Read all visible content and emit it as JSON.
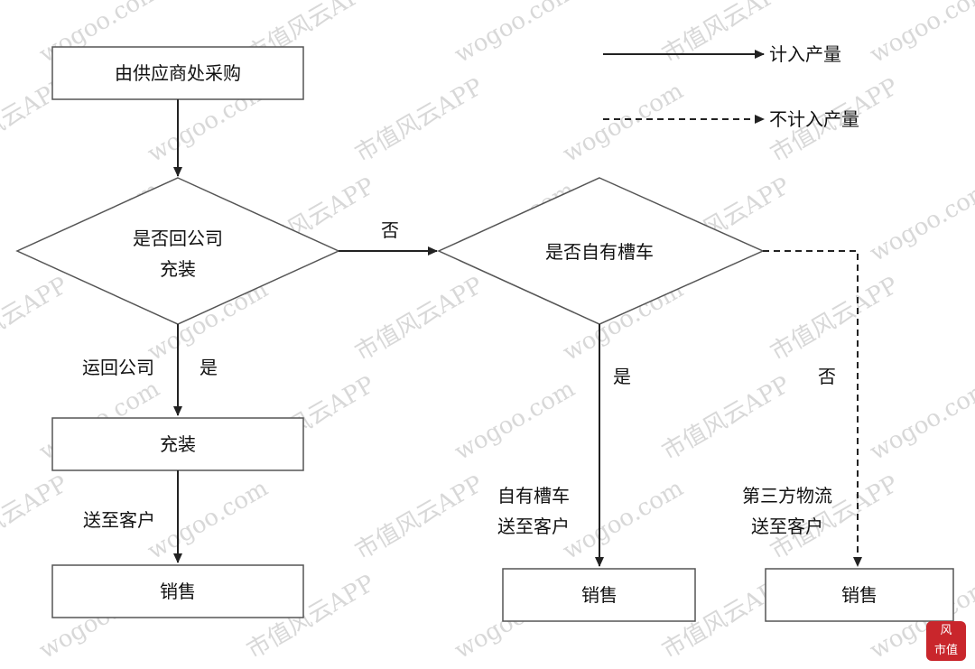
{
  "legend": {
    "solid_label": "计入产量",
    "dashed_label": "不计入产量"
  },
  "nodes": {
    "purchase": "由供应商处采购",
    "decision_return_line1": "是否回公司",
    "decision_return_line2": "充装",
    "decision_own_tanker": "是否自有槽车",
    "filling": "充装",
    "sale_left": "销售",
    "sale_middle": "销售",
    "sale_right": "销售"
  },
  "edges": {
    "return_company": "运回公司",
    "yes_left": "是",
    "no_top": "否",
    "send_to_customer": "送至客户",
    "yes_middle": "是",
    "no_right": "否",
    "own_tanker_line1": "自有槽车",
    "own_tanker_line2": "送至客户",
    "third_party_line1": "第三方物流",
    "third_party_line2": "送至客户"
  },
  "watermark": {
    "text_cn": "市值风云APP",
    "text_en": "wogoo.com"
  },
  "logo": {
    "line1": "风",
    "line2": "市值"
  },
  "colors": {
    "logo_bg": "#c9262c",
    "watermark": "#d8d8d8"
  }
}
